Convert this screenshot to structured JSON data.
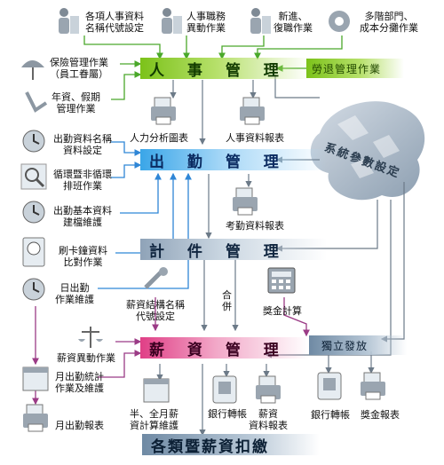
{
  "bands": {
    "personnel": "人 事 管 理",
    "attendance": "出 勤 管 理",
    "piecework": "計 件 管 理",
    "payroll": "薪 資 管 理",
    "resign": "勞退管理作業",
    "independent": "獨立發放",
    "deduction": "各類暨薪資扣繳"
  },
  "labels": {
    "hr_code": "各項人事資料\n名稱代號設定",
    "hr_change": "人事職務\n異動作業",
    "new_reinstate": "新進、\n復職作業",
    "multi_dept": "多階部門、\n成本分攤作業",
    "insurance": "保險管理作業\n（員工眷屬）",
    "annual_leave": "年資、假期\n管理作業",
    "hr_chart": "人力分析圖表",
    "hr_report": "人事資料報表",
    "att_code": "出勤資料名稱\n資料設定",
    "cycle_sched": "循環暨非循環\n排班作業",
    "att_base": "出勤基本資料\n建檔維護",
    "card_compare": "刷卡鐘資料\n比對作業",
    "att_report": "考勤資料報表",
    "daily_att": "日出勤\n作業維護",
    "salary_struct": "薪資結構名稱\n代號設定",
    "combine": "合\n併",
    "bonus_calc": "獎金計算",
    "salary_change": "薪資異動作業",
    "monthly_stat": "月出勤統計\n作業及維護",
    "half_full": "半、全月薪\n資計算維護",
    "bank_transfer": "銀行轉帳",
    "salary_report": "薪資\n資料報表",
    "bank_transfer2": "銀行轉帳",
    "bonus_report": "獎金報表",
    "monthly_att_report": "月出勤報表",
    "system_param": "系統參數設定"
  },
  "colors": {
    "green": "#7cc21a",
    "blue": "#3aa6e8",
    "gray": "#8fa3b8",
    "pink": "#e03f86",
    "line_blue": "#2f86d6",
    "line_green": "#4aa82a",
    "line_gray": "#7e8c99",
    "line_purple": "#9b3b86"
  }
}
